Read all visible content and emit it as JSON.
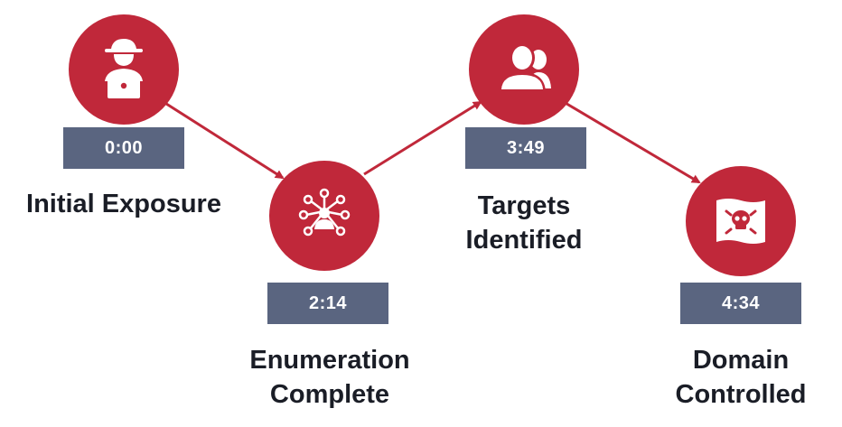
{
  "colors": {
    "node": "#c0283a",
    "time_box": "#5a6580",
    "text": "#1a1d26",
    "arrow": "#c0283a"
  },
  "steps": [
    {
      "icon": "hacker-laptop-icon",
      "time": "0:00",
      "label_lines": [
        "Initial Exposure"
      ]
    },
    {
      "icon": "network-enumeration-icon",
      "time": "2:14",
      "label_lines": [
        "Enumeration",
        "Complete"
      ]
    },
    {
      "icon": "users-icon",
      "time": "3:49",
      "label_lines": [
        "Targets",
        "Identified"
      ]
    },
    {
      "icon": "skull-flag-icon",
      "time": "4:34",
      "label_lines": [
        "Domain",
        "Controlled"
      ]
    }
  ]
}
